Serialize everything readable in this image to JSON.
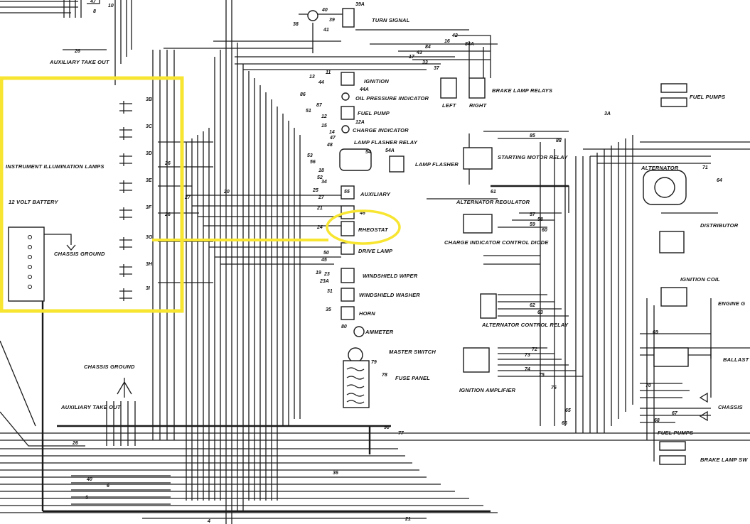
{
  "labels": {
    "turn_signal": "TURN SIGNAL",
    "aux_take_out_top": "AUXILIARY TAKE OUT",
    "ignition": "IGNITION",
    "oil_pressure": "OIL PRESSURE INDICATOR",
    "fuel_pump": "FUEL PUMP",
    "charge_indicator": "CHARGE INDICATOR",
    "lamp_flasher_relay": "LAMP FLASHER RELAY",
    "lamp_flasher": "LAMP FLASHER",
    "auxiliary": "AUXILIARY",
    "rheostat": "RHEOSTAT",
    "drive_lamp": "DRIVE LAMP",
    "windshield_wiper": "WINDSHIELD WIPER",
    "windshield_washer": "WINDSHIELD WASHER",
    "horn": "HORN",
    "ammeter": "AMMETER",
    "master_switch": "MASTER SWITCH",
    "fuse_panel": "FUSE PANEL",
    "brake_lamp_relays": "BRAKE LAMP RELAYS",
    "left": "LEFT",
    "right": "RIGHT",
    "fuel_pumps_top": "FUEL PUMPS",
    "starting_motor_relay": "STARTING MOTOR RELAY",
    "alternator": "ALTERNATOR",
    "alternator_regulator": "ALTERNATOR REGULATOR",
    "charge_indicator_diode": "CHARGE INDICATOR CONTROL DIODE",
    "distributor": "DISTRIBUTOR",
    "ignition_coil": "IGNITION COIL",
    "engine": "ENGINE G",
    "alternator_control_relay": "ALTERNATOR CONTROL RELAY",
    "ballast": "BALLAST",
    "ignition_amplifier": "IGNITION AMPLIFIER",
    "chassis_right": "CHASSIS",
    "fuel_pumps_bottom": "FUEL PUMPS",
    "brake_lamp_sw": "BRAKE LAMP SW",
    "instrument_illumination": "INSTRUMENT ILLUMINATION LAMPS",
    "battery": "12 VOLT BATTERY",
    "chassis_ground_left": "CHASSIS GROUND",
    "chassis_ground_mid": "CHASSIS GROUND",
    "aux_take_out_bottom": "AUXILIARY TAKE OUT"
  },
  "wire_numbers": {
    "n40": "40",
    "n39": "39",
    "n41": "41",
    "n39a": "39A",
    "n38": "38",
    "n42": "42",
    "n16": "16",
    "n84": "84",
    "n84a": "84A",
    "n43": "43",
    "n17": "17",
    "n33": "33",
    "n37": "37",
    "n3a": "3A",
    "n26a": "26",
    "n11": "11",
    "n13": "13",
    "n44": "44",
    "n44a": "44A",
    "n86": "86",
    "n87": "87",
    "n51": "51",
    "n12": "12",
    "n12a": "12A",
    "n15": "15",
    "n14": "14",
    "n47": "47",
    "n48": "48",
    "n53": "53",
    "n54": "54",
    "n54a": "54A",
    "n56": "56",
    "n18": "18",
    "n52": "52",
    "n25": "25",
    "n27": "27",
    "n21": "21",
    "n24": "24",
    "n50": "50",
    "n45": "45",
    "n19": "19",
    "n23": "23",
    "n23a": "23A",
    "n31": "31",
    "n35": "35",
    "n80": "80",
    "n3b": "3B",
    "n3c": "3C",
    "n3d": "3D",
    "n3e": "3E",
    "n3f": "3F",
    "n3g": "3G",
    "n3h": "3H",
    "n3i": "3I",
    "n26b": "26",
    "n26c": "26",
    "n20": "20",
    "n27b": "27",
    "n85": "85",
    "n88": "88",
    "n57": "57",
    "n58": "58",
    "n59": "59",
    "n60": "60",
    "n61": "61",
    "n62": "62",
    "n63": "63",
    "n64": "64",
    "n71": "71",
    "n72": "72",
    "n73": "73",
    "n74": "74",
    "n75": "75",
    "n76": "76",
    "n65": "65",
    "n66": "66",
    "n67": "67",
    "n68": "68",
    "n69": "69",
    "n70": "70",
    "n77": "77",
    "n78": "78",
    "n79": "79",
    "n90": "90",
    "n5": "5",
    "n6": "6",
    "n36": "36",
    "n10": "10",
    "n8": "8",
    "n47b": "47",
    "n26d": "26",
    "n40b": "40",
    "n55": "55",
    "n46": "46",
    "n34": "34",
    "n21b": "21",
    "n4": "4"
  }
}
